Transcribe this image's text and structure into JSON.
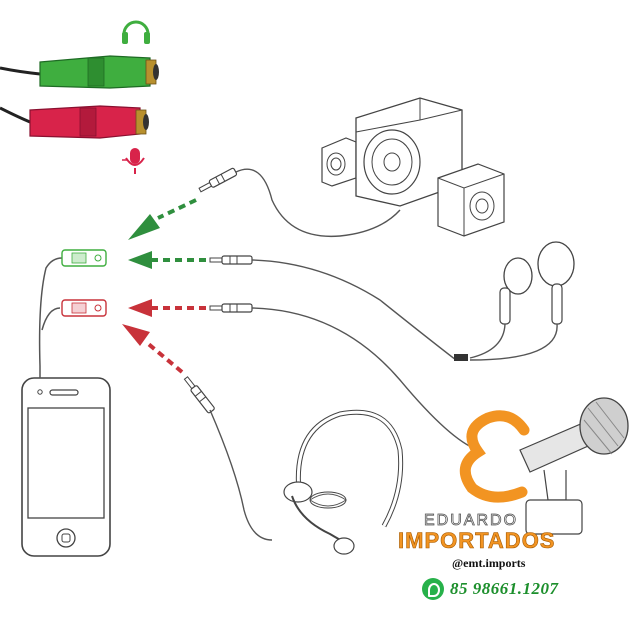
{
  "brand": {
    "name_line1": "EDUARDO",
    "name_line2": "IMPORTADOS",
    "handle": "@emt.imports",
    "phone": "85 98661.1207",
    "accent": "#f29422",
    "whatsapp_color": "#27b14a"
  },
  "colors": {
    "headphone_plug": "#3fae3f",
    "mic_plug": "#d8234a",
    "arrow_green": "#2f8f3e",
    "arrow_red": "#c8323a",
    "line": "#555555"
  },
  "icons": {
    "headphone": "headphone-icon",
    "microphone": "microphone-icon",
    "whatsapp": "whatsapp-icon"
  }
}
